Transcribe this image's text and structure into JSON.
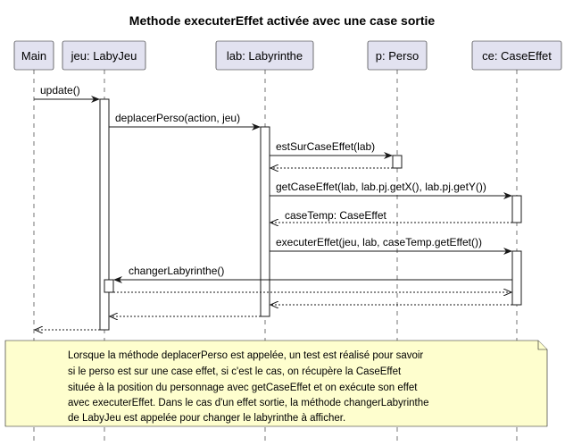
{
  "title": "Methode executerEffet activée avec une case sortie",
  "participants": [
    {
      "name": "Main"
    },
    {
      "name": "jeu: LabyJeu"
    },
    {
      "name": "lab: Labyrinthe"
    },
    {
      "name": "p: Perso"
    },
    {
      "name": "ce: CaseEffet"
    }
  ],
  "messages": [
    {
      "label": "update()"
    },
    {
      "label": "deplacerPerso(action, jeu)"
    },
    {
      "label": "estSurCaseEffet(lab)"
    },
    {
      "label": ""
    },
    {
      "label": "getCaseEffet(lab, lab.pj.getX(), lab.pj.getY())"
    },
    {
      "label": "caseTemp: CaseEffet"
    },
    {
      "label": "executerEffet(jeu, lab, caseTemp.getEffet())"
    },
    {
      "label": "changerLabyrinthe()"
    },
    {
      "label": ""
    },
    {
      "label": ""
    },
    {
      "label": ""
    },
    {
      "label": ""
    }
  ],
  "note": {
    "lines": [
      "Lorsque la méthode deplacerPerso est appelée, un test est réalisé pour savoir",
      "si le perso est sur une case effet, si c'est le cas, on récupère la CaseEffet",
      "située à la position du personnage avec getCaseEffet et on exécute son effet",
      "avec executerEffet. Dans le cas d'un effet sortie, la méthode changerLabyrinthe",
      "de LabyJeu est appelée pour changer le labyrinthe à afficher."
    ]
  },
  "colors": {
    "participant_fill": "#e2e2f0",
    "note_fill": "#fefece",
    "line": "#181818"
  }
}
